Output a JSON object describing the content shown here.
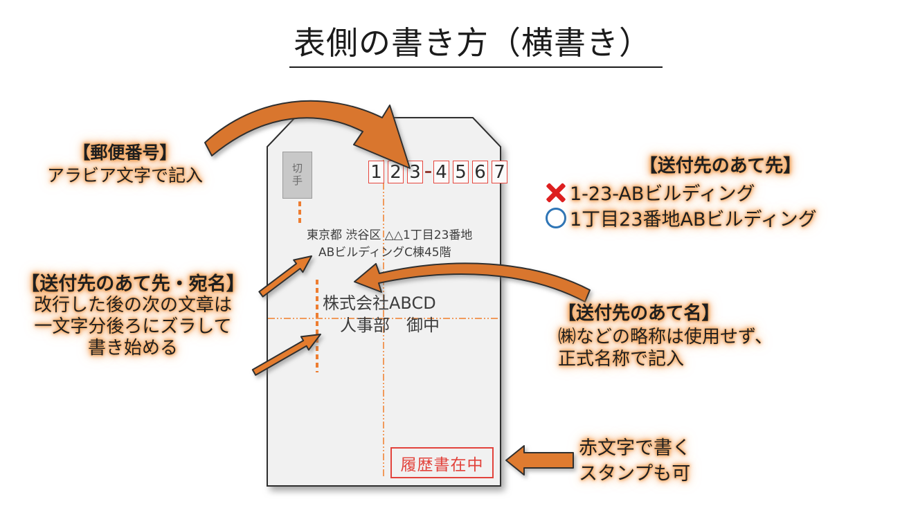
{
  "title": "表側の書き方（横書き）",
  "envelope": {
    "stamp_label": "切手",
    "postal_code": {
      "digits": [
        "1",
        "2",
        "3",
        "4",
        "5",
        "6",
        "7"
      ],
      "separator": "-"
    },
    "address_line1": "東京都 渋谷区 △△1丁目23番地",
    "address_line2": "ABビルディングC棟45階",
    "recipient_line1": "株式会社ABCD",
    "recipient_line2": "人事部　御中",
    "resume_stamp_label": "履歴書在中"
  },
  "annotations": {
    "postal": {
      "heading": "【郵便番号】",
      "body": "アラビア文字で記入"
    },
    "address_name": {
      "heading": "【送付先のあて先・宛名】",
      "lines": [
        "改行した後の次の文章は",
        "一文字分後ろにズラして",
        "書き始める"
      ]
    },
    "dest_address": {
      "heading": "【送付先のあて先】",
      "wrong_example": "1-23-ABビルディング",
      "right_example": "1丁目23番地ABビルディング"
    },
    "dest_name": {
      "heading": "【送付先のあて名】",
      "lines": [
        "㈱などの略称は使用せず、",
        "正式名称で記入"
      ]
    },
    "red_stamp": {
      "lines": [
        "赤文字で書く",
        "スタンプも可"
      ]
    }
  },
  "colors": {
    "accent_orange": "#ED7D31",
    "arrow_fill": "#D9762E",
    "glow": "#F3A25B",
    "wrong_red": "#DD1F1F",
    "right_blue": "#2E75B6",
    "stamp_red": "#E2423B",
    "postal_box_red": "#E6453C",
    "envelope_fill": "#F1F1F1"
  }
}
